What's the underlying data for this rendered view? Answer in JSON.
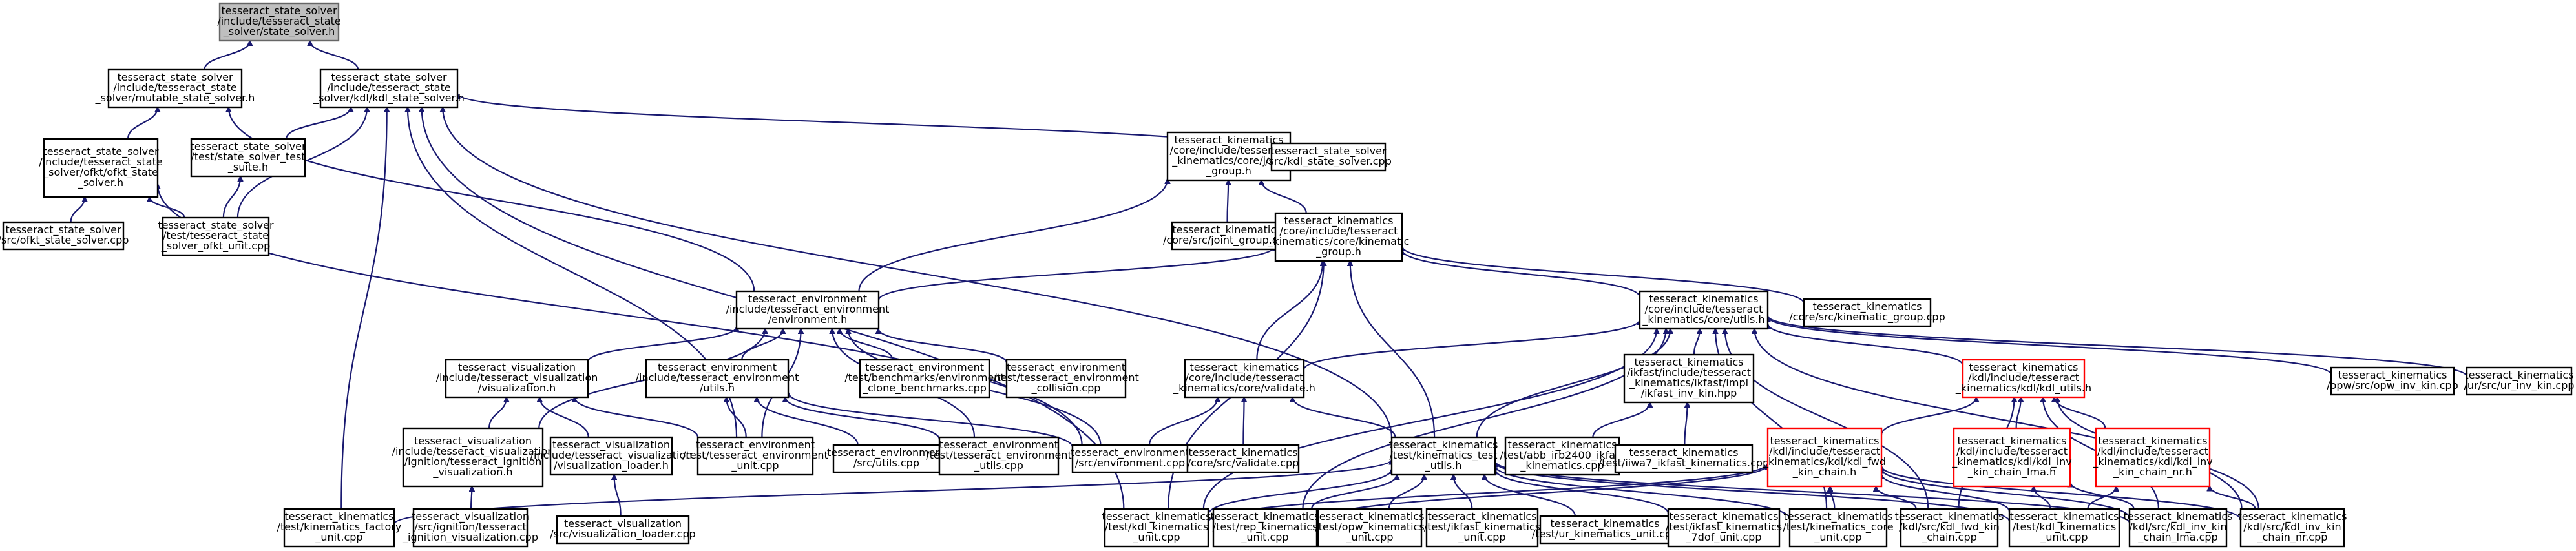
{
  "nodes": [
    {
      "id": "n0",
      "lines": [
        "tesseract_state_solver",
        "/include/tesseract_state",
        "_solver/state_solver.h"
      ],
      "root": true
    },
    {
      "id": "n1",
      "lines": [
        "tesseract_state_solver",
        "/include/tesseract_state",
        "_solver/mutable_state_solver.h"
      ]
    },
    {
      "id": "n2",
      "lines": [
        "tesseract_state_solver",
        "/include/tesseract_state",
        "_solver/kdl/kdl_state_solver.h"
      ]
    },
    {
      "id": "n3",
      "lines": [
        "tesseract_state_solver",
        "/include/tesseract_state",
        "_solver/ofkt/ofkt_state",
        "_solver.h"
      ]
    },
    {
      "id": "n4",
      "lines": [
        "tesseract_state_solver",
        "/src/ofkt_state_solver.cpp"
      ]
    },
    {
      "id": "n5",
      "lines": [
        "tesseract_state_solver",
        "/test/tesseract_state",
        "_solver_ofkt_unit.cpp"
      ]
    },
    {
      "id": "n6",
      "lines": [
        "tesseract_state_solver",
        "/test/state_solver_test",
        "_suite.h"
      ]
    },
    {
      "id": "n7",
      "lines": [
        "tesseract_kinematics",
        "/core/include/tesseract",
        "_kinematics/core/joint",
        "_group.h"
      ]
    },
    {
      "id": "n8",
      "lines": [
        "tesseract_state_solver",
        "/src/kdl_state_solver.cpp"
      ]
    },
    {
      "id": "n9",
      "lines": [
        "tesseract_kinematics",
        "/core/src/joint_group.cpp"
      ]
    },
    {
      "id": "n10",
      "lines": [
        "tesseract_kinematics",
        "/core/include/tesseract",
        "_kinematics/core/kinematic",
        "_group.h"
      ]
    },
    {
      "id": "n11",
      "lines": [
        "tesseract_environment",
        "/include/tesseract_environment",
        "/environment.h"
      ]
    },
    {
      "id": "n12",
      "lines": [
        "tesseract_kinematics",
        "/core/include/tesseract",
        "_kinematics/core/utils.h"
      ]
    },
    {
      "id": "n13",
      "lines": [
        "tesseract_kinematics",
        "/core/src/kinematic_group.cpp"
      ]
    },
    {
      "id": "n14",
      "lines": [
        "tesseract_visualization",
        "/include/tesseract_visualization",
        "/visualization.h"
      ]
    },
    {
      "id": "n15",
      "lines": [
        "tesseract_environment",
        "/include/tesseract_environment",
        "/utils.h"
      ]
    },
    {
      "id": "n16",
      "lines": [
        "tesseract_environment",
        "/test/benchmarks/environment",
        "_clone_benchmarks.cpp"
      ]
    },
    {
      "id": "n17",
      "lines": [
        "tesseract_environment",
        "/test/tesseract_environment",
        "_collision.cpp"
      ]
    },
    {
      "id": "n18",
      "lines": [
        "tesseract_kinematics",
        "/core/include/tesseract",
        "_kinematics/core/validate.h"
      ]
    },
    {
      "id": "n19",
      "lines": [
        "tesseract_kinematics",
        "/ikfast/include/tesseract",
        "_kinematics/ikfast/impl",
        "/ikfast_inv_kin.hpp"
      ]
    },
    {
      "id": "n20",
      "lines": [
        "tesseract_kinematics",
        "/kdl/include/tesseract",
        "_kinematics/kdl/kdl_utils.h"
      ],
      "trunc": true
    },
    {
      "id": "n21",
      "lines": [
        "tesseract_kinematics",
        "/opw/src/opw_inv_kin.cpp"
      ]
    },
    {
      "id": "n22",
      "lines": [
        "tesseract_kinematics",
        "/ur/src/ur_inv_kin.cpp"
      ]
    },
    {
      "id": "n23",
      "lines": [
        "tesseract_visualization",
        "/include/tesseract_visualization",
        "/ignition/tesseract_ignition",
        "_visualization.h"
      ]
    },
    {
      "id": "n24",
      "lines": [
        "tesseract_visualization",
        "/include/tesseract_visualization",
        "/visualization_loader.h"
      ]
    },
    {
      "id": "n25",
      "lines": [
        "tesseract_environment",
        "/test/tesseract_environment",
        "_unit.cpp"
      ]
    },
    {
      "id": "n26",
      "lines": [
        "tesseract_environment",
        "/src/utils.cpp"
      ]
    },
    {
      "id": "n27",
      "lines": [
        "tesseract_environment",
        "/test/tesseract_environment",
        "_utils.cpp"
      ]
    },
    {
      "id": "n28",
      "lines": [
        "tesseract_environment",
        "/src/environment.cpp"
      ]
    },
    {
      "id": "n29",
      "lines": [
        "tesseract_kinematics",
        "/core/src/validate.cpp"
      ]
    },
    {
      "id": "n30",
      "lines": [
        "tesseract_kinematics",
        "/test/kinematics_test",
        "_utils.h"
      ]
    },
    {
      "id": "n31",
      "lines": [
        "tesseract_kinematics",
        "/test/abb_irb2400_ikfast",
        "_kinematics.cpp"
      ]
    },
    {
      "id": "n32",
      "lines": [
        "tesseract_kinematics",
        "/test/iiwa7_ikfast_kinematics.cpp"
      ]
    },
    {
      "id": "n33",
      "lines": [
        "tesseract_kinematics",
        "/kdl/include/tesseract",
        "_kinematics/kdl/kdl_fwd",
        "_kin_chain.h"
      ],
      "trunc": true
    },
    {
      "id": "n34",
      "lines": [
        "tesseract_kinematics",
        "/kdl/include/tesseract",
        "_kinematics/kdl/kdl_inv",
        "_kin_chain_lma.h"
      ],
      "trunc": true
    },
    {
      "id": "n35",
      "lines": [
        "tesseract_kinematics",
        "/kdl/include/tesseract",
        "_kinematics/kdl/kdl_inv",
        "_kin_chain_nr.h"
      ],
      "trunc": true
    },
    {
      "id": "n36",
      "lines": [
        "tesseract_kinematics",
        "/test/kinematics_factory",
        "_unit.cpp"
      ]
    },
    {
      "id": "n37",
      "lines": [
        "tesseract_visualization",
        "/src/ignition/tesseract",
        "_ignition_visualization.cpp"
      ]
    },
    {
      "id": "n38",
      "lines": [
        "tesseract_visualization",
        "/src/visualization_loader.cpp"
      ]
    },
    {
      "id": "n39",
      "lines": [
        "tesseract_kinematics",
        "/test/kdl_kinematics",
        "_unit.cpp"
      ]
    },
    {
      "id": "n40",
      "lines": [
        "tesseract_kinematics",
        "/test/rep_kinematics",
        "_unit.cpp"
      ]
    },
    {
      "id": "n41",
      "lines": [
        "tesseract_kinematics",
        "/test/opw_kinematics",
        "_unit.cpp"
      ]
    },
    {
      "id": "n42",
      "lines": [
        "tesseract_kinematics",
        "/test/ikfast_kinematics",
        "_unit.cpp"
      ]
    },
    {
      "id": "n43",
      "lines": [
        "tesseract_kinematics",
        "/test/ur_kinematics_unit.cpp"
      ]
    },
    {
      "id": "n44",
      "lines": [
        "tesseract_kinematics",
        "/test/ikfast_kinematics",
        "_7dof_unit.cpp"
      ]
    },
    {
      "id": "n45",
      "lines": [
        "tesseract_kinematics",
        "/test/kinematics_core",
        "_unit.cpp"
      ]
    },
    {
      "id": "n46",
      "lines": [
        "tesseract_kinematics",
        "/kdl/src/kdl_fwd_kin",
        "_chain.cpp"
      ]
    },
    {
      "id": "n47",
      "lines": [
        "tesseract_kinematics",
        "/test/kdl_kinematics",
        "_unit.cpp"
      ]
    },
    {
      "id": "n48",
      "lines": [
        "tesseract_kinematics",
        "/kdl/src/kdl_inv_kin",
        "_chain_lma.cpp"
      ]
    },
    {
      "id": "n49",
      "lines": [
        "tesseract_kinematics",
        "/kdl/src/kdl_inv_kin",
        "_chain_nr.cpp"
      ]
    }
  ],
  "edges": [
    [
      "n1",
      "n0"
    ],
    [
      "n2",
      "n0"
    ],
    [
      "n3",
      "n1"
    ],
    [
      "n11",
      "n1"
    ],
    [
      "n6",
      "n2"
    ],
    [
      "n8",
      "n2"
    ],
    [
      "n5",
      "n2"
    ],
    [
      "n25",
      "n2"
    ],
    [
      "n30",
      "n2"
    ],
    [
      "n36",
      "n2"
    ],
    [
      "n39",
      "n2"
    ],
    [
      "n4",
      "n3"
    ],
    [
      "n5",
      "n3"
    ],
    [
      "n28",
      "n3"
    ],
    [
      "n5",
      "n6"
    ],
    [
      "n9",
      "n7"
    ],
    [
      "n10",
      "n7"
    ],
    [
      "n11",
      "n7"
    ],
    [
      "n11",
      "n10"
    ],
    [
      "n12",
      "n10"
    ],
    [
      "n13",
      "n10"
    ],
    [
      "n18",
      "n10"
    ],
    [
      "n30",
      "n10"
    ],
    [
      "n39",
      "n10"
    ],
    [
      "n14",
      "n11"
    ],
    [
      "n15",
      "n11"
    ],
    [
      "n16",
      "n11"
    ],
    [
      "n17",
      "n11"
    ],
    [
      "n23",
      "n11"
    ],
    [
      "n25",
      "n11"
    ],
    [
      "n27",
      "n11"
    ],
    [
      "n28",
      "n11"
    ],
    [
      "n24",
      "n14"
    ],
    [
      "n23",
      "n14"
    ],
    [
      "n25",
      "n14"
    ],
    [
      "n26",
      "n15"
    ],
    [
      "n27",
      "n15"
    ],
    [
      "n28",
      "n15"
    ],
    [
      "n25",
      "n15"
    ],
    [
      "n18",
      "n12"
    ],
    [
      "n19",
      "n12"
    ],
    [
      "n20",
      "n12"
    ],
    [
      "n21",
      "n12"
    ],
    [
      "n22",
      "n12"
    ],
    [
      "n30",
      "n12"
    ],
    [
      "n39",
      "n12"
    ],
    [
      "n40",
      "n12"
    ],
    [
      "n45",
      "n12"
    ],
    [
      "n46",
      "n12"
    ],
    [
      "n49",
      "n12"
    ],
    [
      "n28",
      "n18"
    ],
    [
      "n29",
      "n18"
    ],
    [
      "n30",
      "n18"
    ],
    [
      "n31",
      "n19"
    ],
    [
      "n32",
      "n19"
    ],
    [
      "n33",
      "n20"
    ],
    [
      "n34",
      "n20"
    ],
    [
      "n35",
      "n20"
    ],
    [
      "n46",
      "n20"
    ],
    [
      "n48",
      "n20"
    ],
    [
      "n49",
      "n20"
    ],
    [
      "n37",
      "n23"
    ],
    [
      "n38",
      "n24"
    ],
    [
      "n36",
      "n30"
    ],
    [
      "n39",
      "n30"
    ],
    [
      "n40",
      "n30"
    ],
    [
      "n41",
      "n30"
    ],
    [
      "n42",
      "n30"
    ],
    [
      "n43",
      "n30"
    ],
    [
      "n44",
      "n30"
    ],
    [
      "n45",
      "n30"
    ],
    [
      "n47",
      "n30"
    ],
    [
      "n48",
      "n30"
    ],
    [
      "n39",
      "n33"
    ],
    [
      "n40",
      "n33"
    ],
    [
      "n45",
      "n33"
    ],
    [
      "n46",
      "n33"
    ],
    [
      "n47",
      "n33"
    ],
    [
      "n48",
      "n33"
    ],
    [
      "n49",
      "n33"
    ],
    [
      "n47",
      "n34"
    ],
    [
      "n48",
      "n34"
    ],
    [
      "n47",
      "n35"
    ],
    [
      "n49",
      "n35"
    ]
  ]
}
